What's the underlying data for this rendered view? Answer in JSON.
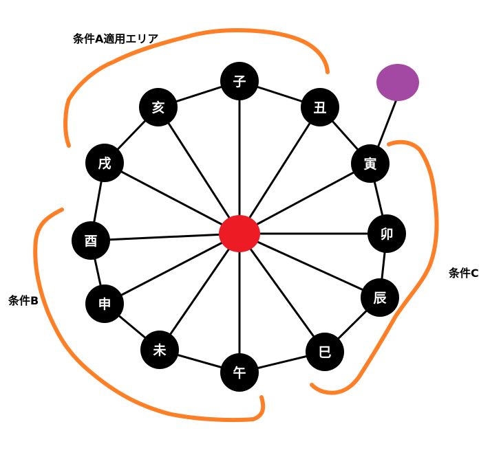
{
  "diagram": {
    "nodes": [
      "子",
      "丑",
      "寅",
      "卯",
      "辰",
      "巳",
      "午",
      "未",
      "申",
      "酉",
      "戌",
      "亥"
    ],
    "condition_labels": {
      "a": "条件A適用エリア",
      "b": "条件B",
      "c": "条件C"
    },
    "colors": {
      "node_fill": "#000000",
      "node_text": "#ffffff",
      "edge": "#000000",
      "center": "#ed1c24",
      "marker": "#a349a4",
      "area_outline": "#ff7f27"
    }
  }
}
